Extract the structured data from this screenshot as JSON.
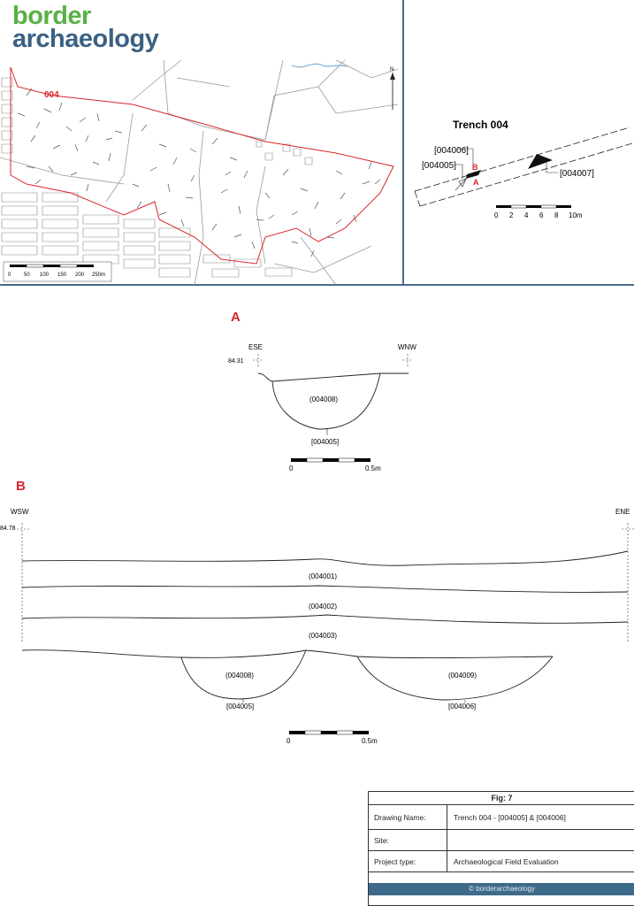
{
  "logo": {
    "line1": "border",
    "line2": "archaeology"
  },
  "site_map": {
    "trench_label": "004",
    "north": "N",
    "scale_ticks": [
      "0",
      "50",
      "100",
      "150",
      "200",
      "250m"
    ]
  },
  "trench_plan": {
    "title": "Trench 004",
    "labels": [
      "[004006]",
      "[004005]",
      "[004007]"
    ],
    "section_a": "A",
    "section_b": "B",
    "scale_ticks": [
      "0",
      "2",
      "4",
      "6",
      "8",
      "10m"
    ]
  },
  "section_a": {
    "title": "A",
    "left_dir": "ESE",
    "right_dir": "WNW",
    "datum": "84.31",
    "fill": "(004008)",
    "cut": "[004005]",
    "scale_start": "0",
    "scale_end": "0.5m"
  },
  "section_b": {
    "title": "B",
    "left_dir": "WSW",
    "right_dir": "ENE",
    "datum": "84.78",
    "layers": [
      "(004001)",
      "(004002)",
      "(004003)"
    ],
    "fill_left": "(004008)",
    "cut_left": "[004005]",
    "fill_right": "(004009)",
    "cut_right": "[004006]",
    "scale_start": "0",
    "scale_end": "0.5m"
  },
  "figure_box": {
    "title": "Fig: 7",
    "rows": [
      {
        "key": "Drawing Name:",
        "value": "Trench 004 - [004005] & [004006]"
      },
      {
        "key": "Site:",
        "value": ""
      },
      {
        "key": "Project type:",
        "value": "Archaeological Field Evaluation"
      }
    ],
    "footer": "© borderarchaeology"
  },
  "colors": {
    "brand_green": "#58b147",
    "brand_blue": "#3b6182",
    "red": "#d7262b",
    "frame": "#4b6a8a"
  }
}
